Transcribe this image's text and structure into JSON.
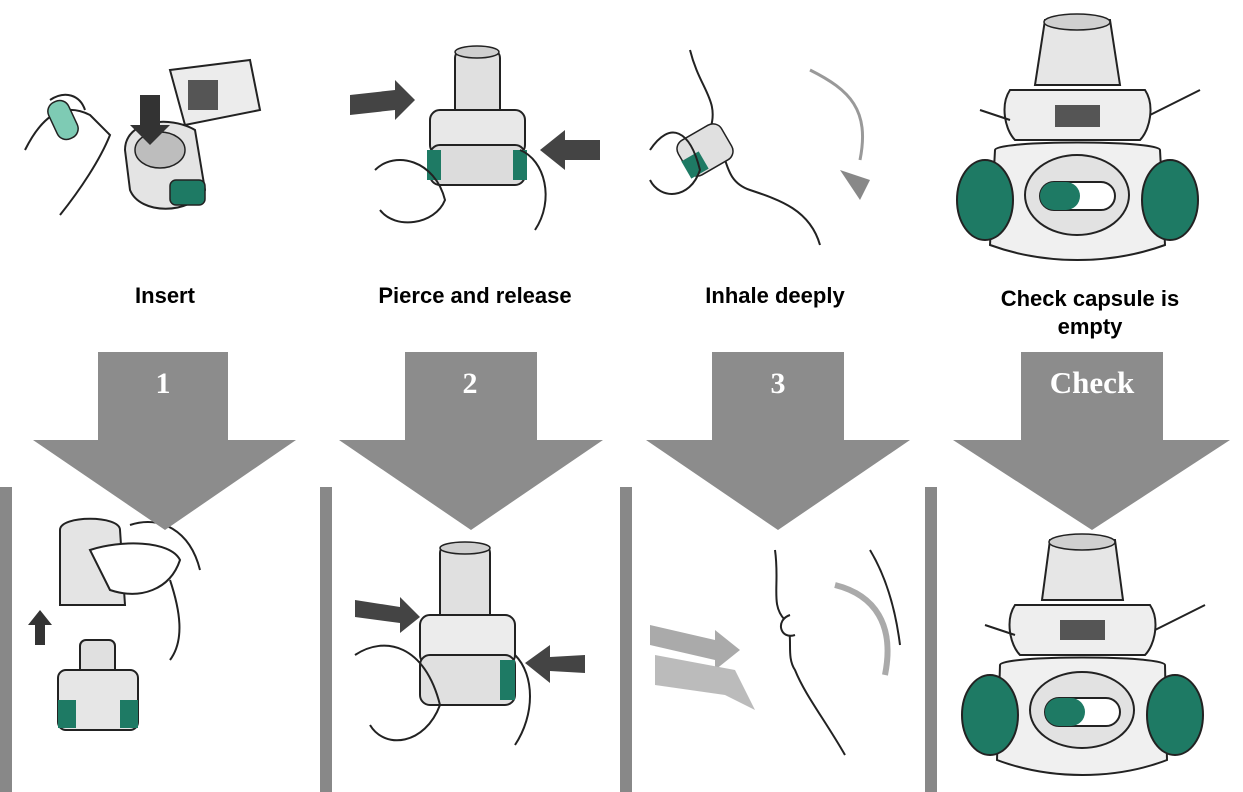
{
  "steps": [
    {
      "label": "Insert",
      "number": "1"
    },
    {
      "label": "Pierce and release",
      "number": "2"
    },
    {
      "label": "Inhale deeply",
      "number": "3"
    },
    {
      "label": "Check capsule is empty",
      "number": "Check"
    }
  ],
  "colors": {
    "arrow": "#8c8c8c",
    "accent": "#1e7a64",
    "panel_border": "#888888",
    "device": "#d9d9d9"
  }
}
